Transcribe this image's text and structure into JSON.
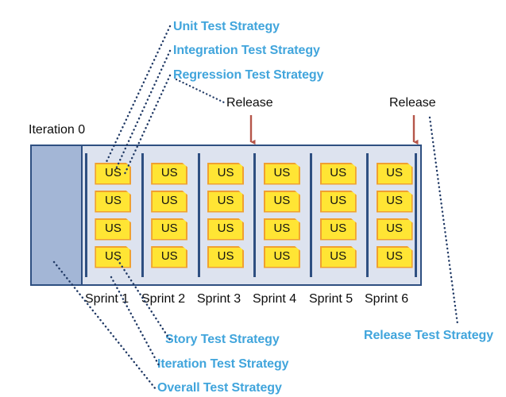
{
  "diagram": {
    "title_labels": {
      "iteration0": "Iteration 0",
      "release_left": "Release",
      "release_right": "Release"
    },
    "strategy_labels_top": [
      {
        "name": "unit-test-strategy",
        "text": "Unit Test Strategy"
      },
      {
        "name": "integration-test-strategy",
        "text": "Integration Test Strategy"
      },
      {
        "name": "regression-test-strategy",
        "text": "Regression Test Strategy"
      }
    ],
    "strategy_labels_bottom": [
      {
        "name": "story-test-strategy",
        "text": "Story Test Strategy"
      },
      {
        "name": "iteration-test-strategy",
        "text": "Iteration Test Strategy"
      },
      {
        "name": "overall-test-strategy",
        "text": "Overall Test Strategy"
      }
    ],
    "strategy_label_right": {
      "name": "release-test-strategy",
      "text": "Release Test Strategy"
    },
    "sprints": [
      {
        "label": "Sprint 1",
        "cards": [
          "US",
          "US",
          "US",
          "US"
        ]
      },
      {
        "label": "Sprint 2",
        "cards": [
          "US",
          "US",
          "US",
          "US"
        ]
      },
      {
        "label": "Sprint 3",
        "cards": [
          "US",
          "US",
          "US",
          "US"
        ]
      },
      {
        "label": "Sprint 4",
        "cards": [
          "US",
          "US",
          "US",
          "US"
        ]
      },
      {
        "label": "Sprint 5",
        "cards": [
          "US",
          "US",
          "US",
          "US"
        ]
      },
      {
        "label": "Sprint 6",
        "cards": [
          "US",
          "US",
          "US",
          "US"
        ]
      }
    ],
    "card_label": "US",
    "colors": {
      "blue_text": "#41a5dc",
      "board_border": "#2e4f81",
      "board_fill": "#dde3ef",
      "iteration0_fill": "#a3b6d6",
      "card_fill": "#ffe534",
      "card_border": "#f0a030",
      "arrow": "#b5564a",
      "leader_dots": "#1f3864",
      "black_text": "#0d0d0d"
    }
  }
}
